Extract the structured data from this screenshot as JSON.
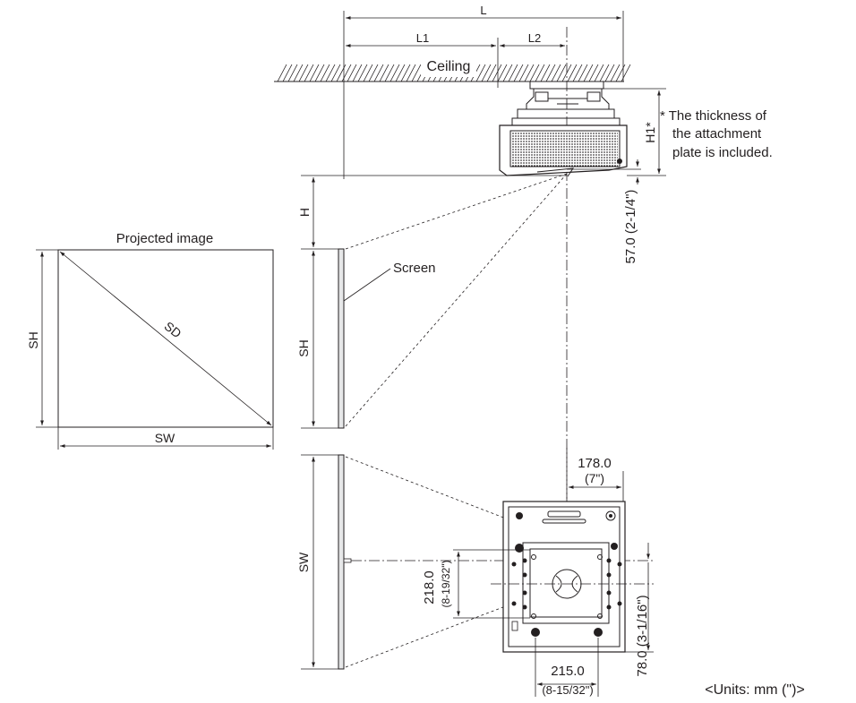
{
  "dimensions": {
    "L": "L",
    "L1": "L1",
    "L2": "L2",
    "H": "H",
    "H1": "H1*",
    "SH": "SH",
    "SW": "SW",
    "SD": "SD",
    "offset_57": "57.0 (2-1/4\")",
    "width_178_mm": "178.0",
    "width_178_in": "(7\")",
    "depth_218_mm": "218.0",
    "depth_218_in": "(8-19/32\")",
    "width_215_mm": "215.0",
    "width_215_in": "(8-15/32\")",
    "offset_78": "78.0 (3-1/16\")"
  },
  "labels": {
    "ceiling": "Ceiling",
    "projected_image": "Projected image",
    "screen": "Screen",
    "note_line1": "* The thickness of",
    "note_line2": "the attachment",
    "note_line3": "plate is included.",
    "units": "<Units: mm (\")>"
  }
}
